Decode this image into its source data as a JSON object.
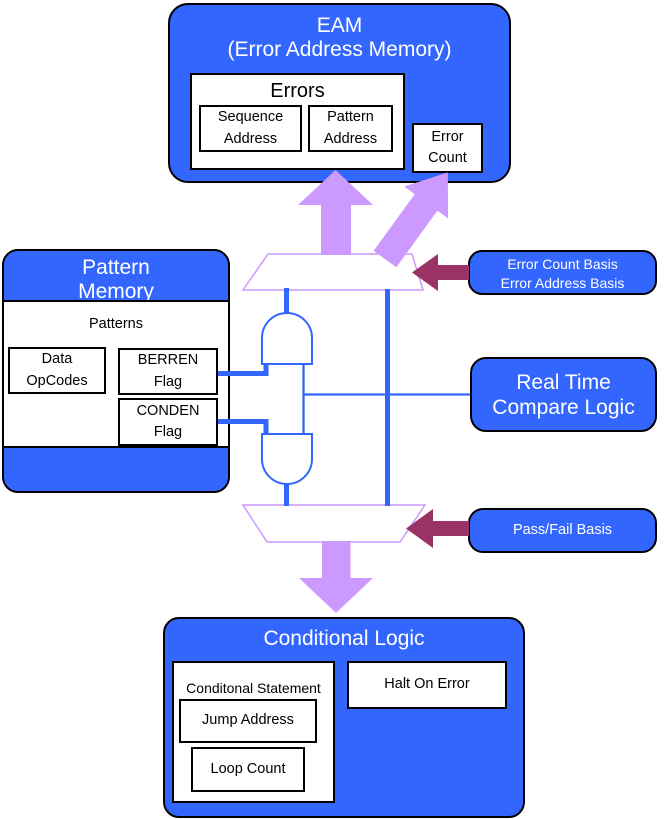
{
  "colors": {
    "block_fill": "#3366ff",
    "wire_blue": "#3366ff",
    "mux_outline": "#cc99ff",
    "data_arrow_lavender": "#cc99ff",
    "basis_arrow_maroon": "#993366",
    "block_text": "#ffffff",
    "box_text": "#000000",
    "background": "#ffffff"
  },
  "eam": {
    "title": "EAM\n(Error Address Memory)",
    "errors_label": "Errors",
    "sequence_address_label": "Sequence\nAddress",
    "pattern_address_label": "Pattern\nAddress",
    "error_count_label": "Error\nCount"
  },
  "pattern_memory": {
    "title": "Pattern\nMemory",
    "patterns_label": "Patterns",
    "data_opcodes_label": "Data\nOpCodes",
    "berren_flag_label": "BERREN\nFlag",
    "conden_flag_label": "CONDEN\nFlag"
  },
  "real_time_compare_logic": {
    "label": "Real Time\nCompare Logic"
  },
  "error_basis": {
    "label": "Error Count Basis\nError Address Basis"
  },
  "pass_fail_basis": {
    "label": "Pass/Fail Basis"
  },
  "conditional_logic": {
    "title": "Conditional Logic",
    "conditional_statement_label": "Conditonal Statement",
    "jump_address_label": "Jump Address",
    "loop_count_label": "Loop Count",
    "halt_on_error_label": "Halt On Error"
  }
}
